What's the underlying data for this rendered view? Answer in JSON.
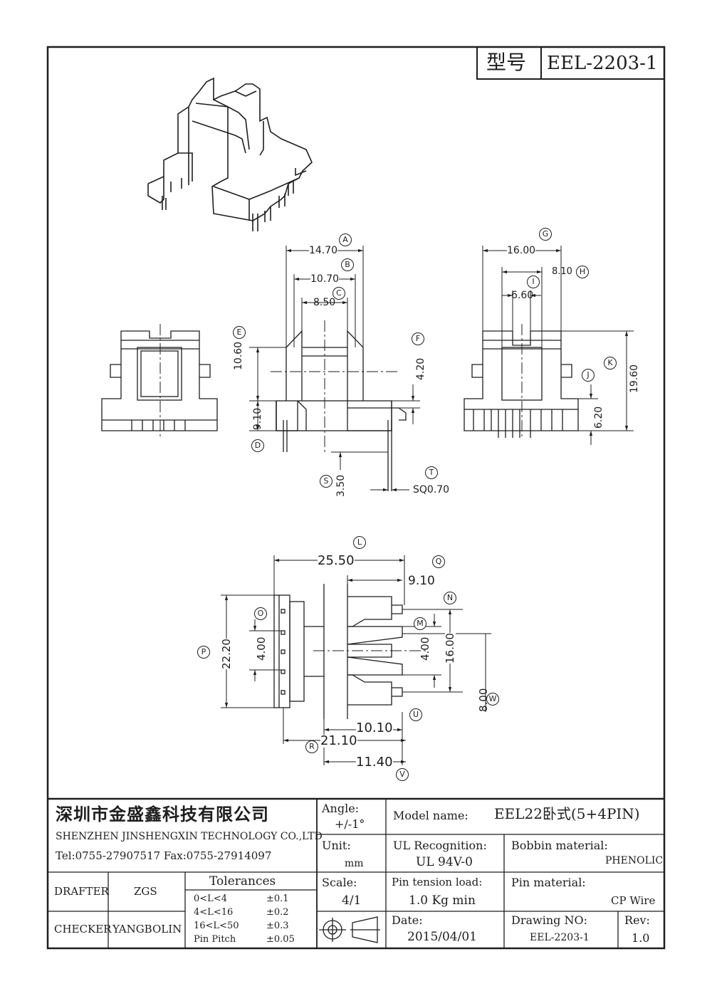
{
  "header": {
    "model_label": "型号",
    "model_value": "EEL-2203-1"
  },
  "dimensions": {
    "A": "14.70",
    "B": "10.70",
    "C": "8.50",
    "G": "16.00",
    "H": "8.10",
    "I": "6.60",
    "E": "10.60",
    "D": "9.10",
    "F": "4.20",
    "K": "19.60",
    "J": "6.20",
    "S": "3.50",
    "T": "SQ0.70",
    "L": "25.50",
    "Q": "9.10",
    "P": "22.20",
    "O": "4.00",
    "M": "4.00",
    "N": "16.00",
    "W": "8.00",
    "U": "10.10",
    "R": "21.10",
    "V": "11.40"
  },
  "callouts": [
    "A",
    "B",
    "C",
    "D",
    "E",
    "F",
    "G",
    "H",
    "I",
    "J",
    "K",
    "L",
    "M",
    "N",
    "O",
    "P",
    "Q",
    "R",
    "S",
    "T",
    "U",
    "V",
    "W"
  ],
  "title_block": {
    "company_cn": "深圳市金盛鑫科技有限公司",
    "company_en": "SHENZHEN JINSHENGXIN TECHNOLOGY CO.,LTD",
    "contact": "Tel:0755-27907517   Fax:0755-27914097",
    "angle_label": "Angle:",
    "angle_value": "+/-1°",
    "unit_label": "Unit:",
    "unit_value": "mm",
    "scale_label": "Scale:",
    "scale_value": "4/1",
    "model_name_label": "Model name:",
    "model_name_value": "EEL22卧式(5+4PIN)",
    "ul_label": "UL Recognition:",
    "ul_value": "UL 94V-0",
    "bobbin_label": "Bobbin material:",
    "bobbin_value": "PHENOLIC",
    "pin_tension_label": "Pin tension load:",
    "pin_tension_value": "1.0 Kg min",
    "pin_material_label": "Pin material:",
    "pin_material_value": "CP Wire",
    "date_label": "Date:",
    "date_value": "2015/04/01",
    "drawing_no_label": "Drawing NO:",
    "drawing_no_value": "EEL-2203-1",
    "rev_label": "Rev:",
    "rev_value": "1.0",
    "drafter_label": "DRAFTER",
    "drafter_value": "ZGS",
    "checker_label": "CHECKER",
    "checker_value": "YANGBOLIN",
    "tolerances_title": "Tolerances",
    "tolerances": [
      {
        "range": "0<L<4",
        "value": "±0.1"
      },
      {
        "range": "4<L<16",
        "value": "±0.2"
      },
      {
        "range": "16<L<50",
        "value": "±0.3"
      },
      {
        "range": "Pin Pitch",
        "value": "±0.05"
      }
    ]
  }
}
